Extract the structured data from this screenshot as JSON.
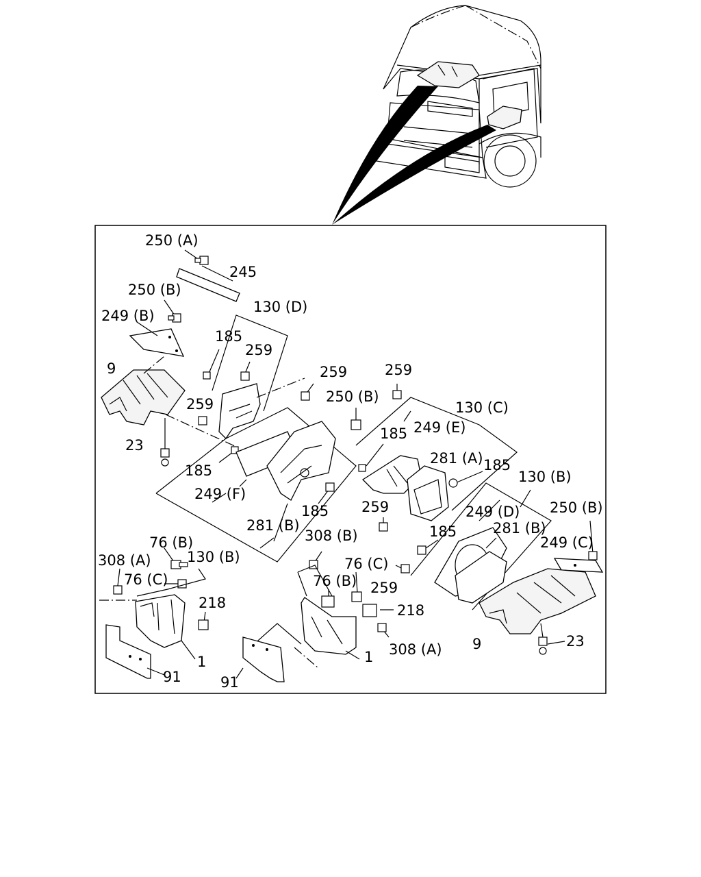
{
  "labels": {
    "l250a_top": "250 (A)",
    "l245": "245",
    "l250b_top": "250 (B)",
    "l130d": "130 (D)",
    "l249b": "249 (B)",
    "l185_a": "185",
    "l259_a": "259",
    "l9_left": "9",
    "l259_b": "259",
    "l259_c": "259",
    "l23_left": "23",
    "l185_b": "185",
    "l249f": "249 (F)",
    "l281b_left": "281 (B)",
    "l185_c": "185",
    "l130b_left": "130 (B)",
    "l259_d": "259",
    "l250b_mid": "250 (B)",
    "l130c": "130 (C)",
    "l185_d": "185",
    "l249e": "249 (E)",
    "l281a": "281 (A)",
    "l185_e": "185",
    "l130b_right": "130 (B)",
    "l259_e": "259",
    "l249d": "249 (D)",
    "l250b_right": "250 (B)",
    "l185_f": "185",
    "l281b_right": "281 (B)",
    "l249c": "249 (C)",
    "l308a_left": "308 (A)",
    "l76b_left": "76 (B)",
    "l76c_left": "76 (C)",
    "l218_left": "218",
    "l1_left": "1",
    "l91_left": "91",
    "l308b": "308 (B)",
    "l76c_mid": "76 (C)",
    "l76b_mid": "76 (B)",
    "l259_f": "259",
    "l218_mid": "218",
    "l1_mid": "1",
    "l308a_mid": "308 (A)",
    "l91_mid": "91",
    "l9_right": "9",
    "l23_right": "23"
  }
}
